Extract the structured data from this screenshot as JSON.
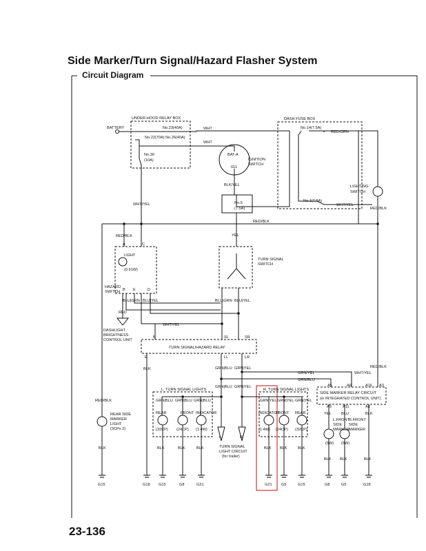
{
  "title": "Side Marker/Turn Signal/Hazard Flasher System",
  "subtitle": "Circuit Diagram",
  "page_number": "23-136",
  "boxes": {
    "underhood": "UNDER-HOOD RELAY BOX",
    "dash_fuse": "DASH FUSE BOX",
    "turn_relay": "TURN SIGNAL/HAZARD RELAY",
    "side_relay_1": "SIDE MARKER RELAY CIRCUIT",
    "side_relay_2": "(in INTEGRATED CONTROL UNIT)"
  },
  "fuses": {
    "no23": "No.23(40A)",
    "no22": "No.22(70A)",
    "no26": "No.26(40A)",
    "no30": "No.30",
    "no30_rating": "(10A)",
    "no14": "No.14(7.5A)",
    "no1": "No.1(7.5A)",
    "no5": "No.5",
    "no5_rating": "(7.5A)"
  },
  "components": {
    "battery": "BATTERY",
    "ignition_1": "IGNITION",
    "ignition_2": "SWITCH",
    "bat_a": "BAT-A",
    "ig1": "IG1",
    "lighting_1": "LIGHTING",
    "lighting_2": "SWITCH",
    "hazard_1": "HAZARD",
    "hazard_2": "SWITCH",
    "hazard_light": "LIGHT",
    "hazard_light_rating": "(0.91W)",
    "turn_sw_1": "TURN SIGNAL",
    "turn_sw_2": "SWITCH",
    "dash_1": "DASHLIGHT",
    "dash_2": "BRIGHTNESS",
    "dash_3": "CONTROL UNIT",
    "l_turn_lights": "L. TURN SIGNAL LIGHTS",
    "r_turn_lights": "R. TURN SIGNAL LIGHTS",
    "rear": "REAR",
    "front": "FRONT",
    "indicator": "INDICATOR",
    "rating_32": "(32CP)",
    "rating_24": "(24CP)",
    "rating_14": "(1.4W)",
    "rear_side_1": "REAR SIDE",
    "rear_side_2": "MARKER",
    "rear_side_3": "LIGHT",
    "rear_side_4": "(3CPx 2)",
    "lf_side_1": "L.FRONT",
    "lf_side_2": "SIDE",
    "lf_side_3": "MARKER",
    "rf_side_1": "R.FRONT",
    "rf_side_2": "SIDE",
    "rf_side_3": "MARKER",
    "rating_5w": "(5W)",
    "trailer_1": "TURN SIGNAL",
    "trailer_2": "LIGHT CIRCUIT",
    "trailer_3": "(for trailer)",
    "l": "L",
    "r": "R"
  },
  "pins": {
    "a": "A",
    "b": "B",
    "c": "C",
    "e": "E",
    "d": "D",
    "ll": "LL",
    "lr": "LR",
    "sl": "SL",
    "sr": "SR",
    "a5": "A5",
    "a6": "A6",
    "a16": "A16",
    "a3": "A3",
    "a9": "A9",
    "a11": "A11",
    "a8": "A8"
  },
  "wires": {
    "wht": "WHT",
    "blk_yel": "BLK/YEL",
    "wht_yel": "WHT/YEL",
    "red_grn": "RED/GRN",
    "red_blk": "RED/BLK",
    "yel": "YEL",
    "blu": "BLU",
    "grn": "GRN",
    "blu_grn": "BLU/GRN",
    "blu_yel": "BLU/YEL",
    "red": "RED",
    "blk": "BLK",
    "grn_yel": "GRN/YEL",
    "grn_blu": "GRN/BLU",
    "grn_blu_slash": "GRN/BLU",
    "grn_yel_slash": "GRN/YEL",
    "grn_blu_bar": "GRN|BLU",
    "grn_yel_bar": "GRN|YEL",
    "blu_grn_bar": "BLU|GRN",
    "blu_yel_bar": "BLU|YEL"
  },
  "grounds": {
    "g15": "G15",
    "g18": "G18",
    "g8": "G8",
    "g21": "G21",
    "g5": "G5"
  }
}
